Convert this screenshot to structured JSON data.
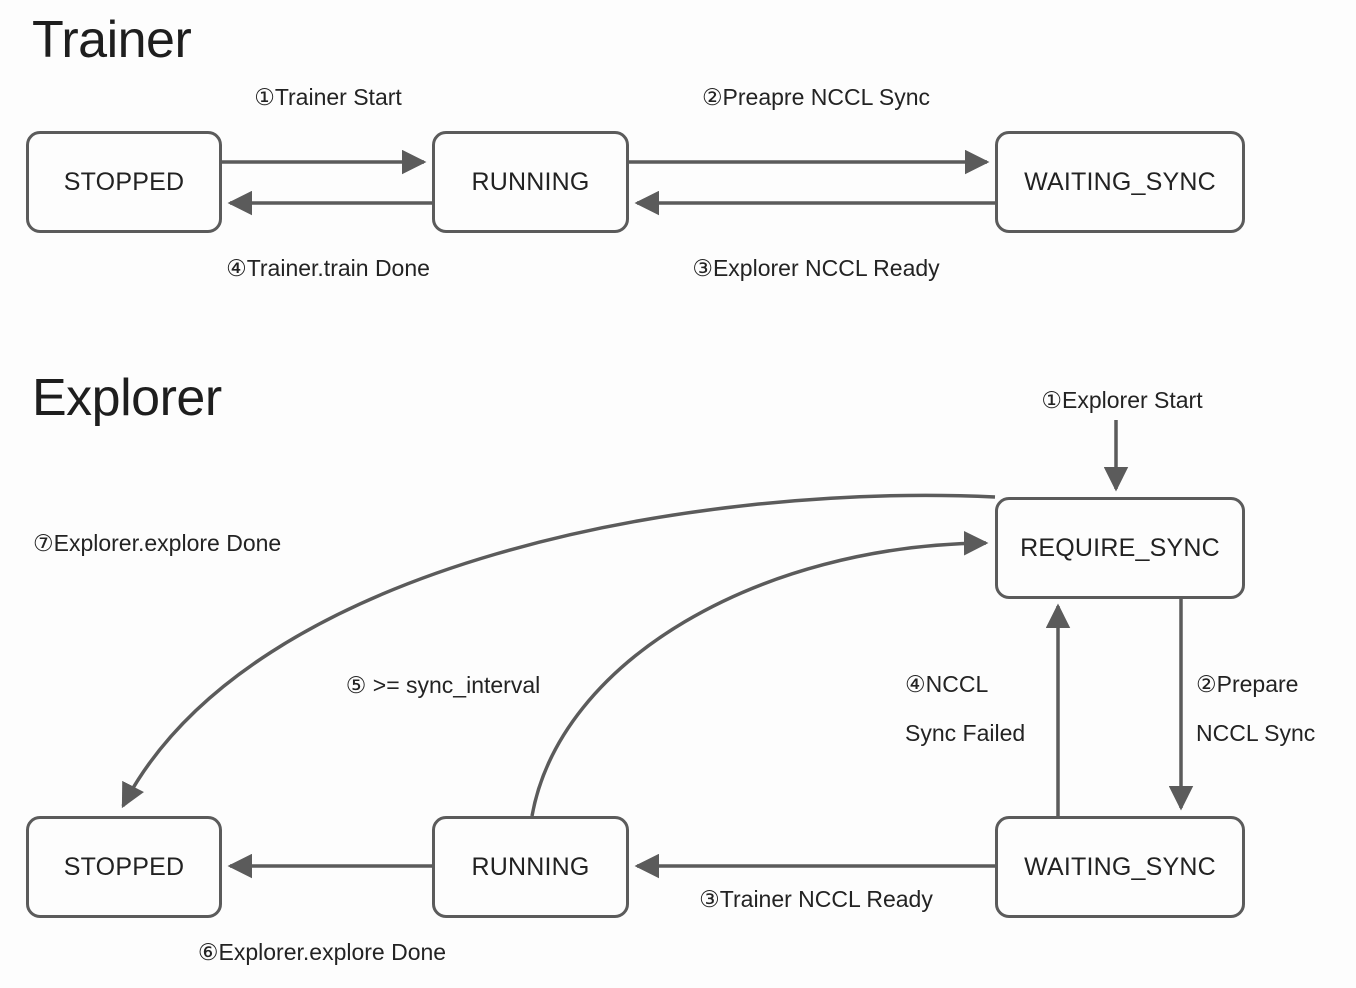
{
  "sections": [
    {
      "id": "trainer",
      "title": "Trainer"
    },
    {
      "id": "explorer",
      "title": "Explorer"
    }
  ],
  "trainer": {
    "title": "Trainer",
    "states": [
      {
        "id": "stopped",
        "label": "STOPPED"
      },
      {
        "id": "running",
        "label": "RUNNING"
      },
      {
        "id": "waiting_sync",
        "label": "WAITING_SYNC"
      }
    ],
    "transitions": [
      {
        "id": "t1",
        "label": "①Trainer Start",
        "from": "STOPPED",
        "to": "RUNNING"
      },
      {
        "id": "t2",
        "label": "②Preapre NCCL Sync",
        "from": "RUNNING",
        "to": "WAITING_SYNC"
      },
      {
        "id": "t3",
        "label": "③Explorer NCCL Ready",
        "from": "WAITING_SYNC",
        "to": "RUNNING"
      },
      {
        "id": "t4",
        "label": "④Trainer.train Done",
        "from": "RUNNING",
        "to": "STOPPED"
      }
    ]
  },
  "explorer": {
    "title": "Explorer",
    "states": [
      {
        "id": "require_sync",
        "label": "REQUIRE_SYNC"
      },
      {
        "id": "waiting_sync",
        "label": "WAITING_SYNC"
      },
      {
        "id": "running",
        "label": "RUNNING"
      },
      {
        "id": "stopped",
        "label": "STOPPED"
      }
    ],
    "transitions": [
      {
        "id": "e1",
        "label": "①Explorer Start",
        "from": "start",
        "to": "REQUIRE_SYNC"
      },
      {
        "id": "e2a",
        "label": "②Prepare",
        "from": "REQUIRE_SYNC",
        "to": "WAITING_SYNC"
      },
      {
        "id": "e2b",
        "label": "NCCL Sync",
        "from": "REQUIRE_SYNC",
        "to": "WAITING_SYNC"
      },
      {
        "id": "e3",
        "label": "③Trainer NCCL Ready",
        "from": "WAITING_SYNC",
        "to": "RUNNING"
      },
      {
        "id": "e4a",
        "label": "④NCCL",
        "from": "WAITING_SYNC",
        "to": "REQUIRE_SYNC"
      },
      {
        "id": "e4b",
        "label": "Sync Failed",
        "from": "WAITING_SYNC",
        "to": "REQUIRE_SYNC"
      },
      {
        "id": "e5",
        "label": "⑤ >= sync_interval",
        "from": "RUNNING",
        "to": "REQUIRE_SYNC"
      },
      {
        "id": "e6",
        "label": "⑥Explorer.explore Done",
        "from": "RUNNING",
        "to": "STOPPED"
      },
      {
        "id": "e7",
        "label": "⑦Explorer.explore Done",
        "from": "REQUIRE_SYNC",
        "to": "STOPPED"
      }
    ]
  },
  "style": {
    "background": "#fdfdfd",
    "stroke": "#5b5b5b",
    "text": "#232323",
    "box_fill": "#fdfdfd"
  }
}
